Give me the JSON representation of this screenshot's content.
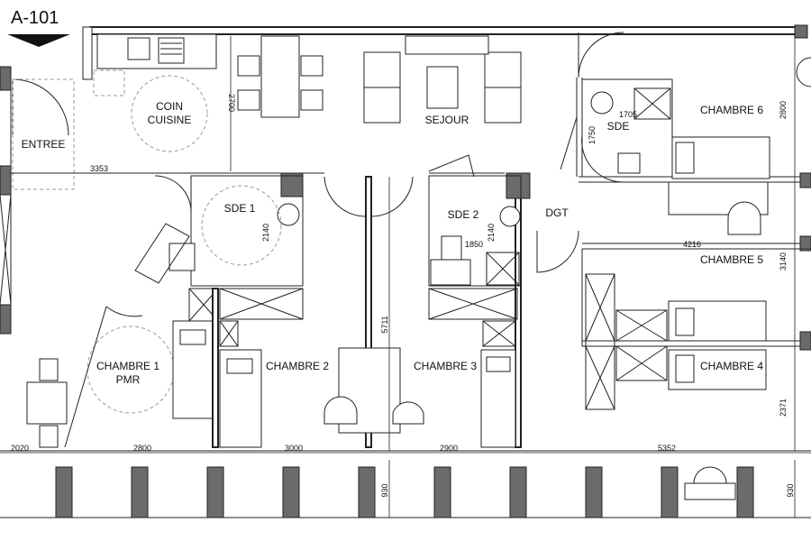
{
  "plan_title": "A-101",
  "rooms": {
    "entree": "ENTREE",
    "coin_cuisine_1": "COIN",
    "coin_cuisine_2": "CUISINE",
    "sejour": "SEJOUR",
    "sde1": "SDE  1",
    "sde2": "SDE 2",
    "sde": "SDE",
    "dgt": "DGT",
    "chambre1_1": "CHAMBRE 1",
    "chambre1_2": "PMR",
    "chambre2": "CHAMBRE 2",
    "chambre3": "CHAMBRE 3",
    "chambre4": "CHAMBRE 4",
    "chambre5": "CHAMBRE 5",
    "chambre6": "CHAMBRE 6"
  },
  "dimensions": {
    "d3353": "3353",
    "d2700": "2700",
    "d2140a": "2140",
    "d2140b": "2140",
    "d1850": "1850",
    "d1705": "1705",
    "d1750": "1750",
    "d5711": "5711",
    "d4216": "4216",
    "d2800v": "2800",
    "d3140": "3140",
    "d2371": "2371",
    "d2020": "2020",
    "d2800": "2800",
    "d3000": "3000",
    "d2900": "2900",
    "d5352": "5352",
    "d930a": "930",
    "d930b": "930"
  }
}
